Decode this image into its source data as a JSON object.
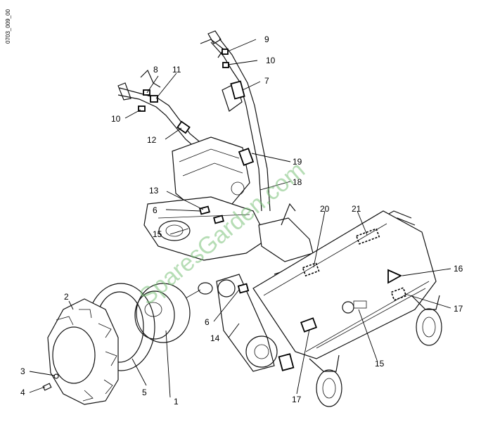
{
  "drawing_code": "0703_009_00",
  "watermark": "SparesGarden.com",
  "callouts": {
    "c1": "1",
    "c2": "2",
    "c3": "3",
    "c4": "4",
    "c5": "5",
    "c6a": "6",
    "c6b": "6",
    "c7": "7",
    "c8": "8",
    "c9": "9",
    "c10a": "10",
    "c10b": "10",
    "c11": "11",
    "c12": "12",
    "c13": "13",
    "c14": "14",
    "c15a": "15",
    "c15b": "15",
    "c16": "16",
    "c17a": "17",
    "c17b": "17",
    "c18": "18",
    "c19": "19",
    "c20": "20",
    "c21": "21"
  }
}
